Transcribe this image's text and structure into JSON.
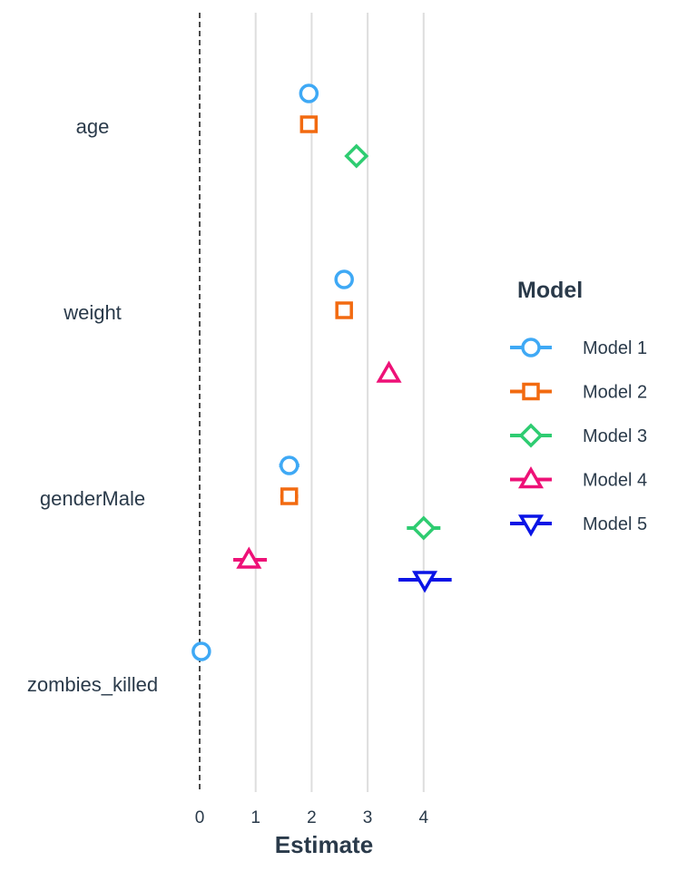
{
  "chart_data": {
    "type": "scatter",
    "subtype": "coefficient-dot-whisker",
    "xlabel": "Estimate",
    "xlim": [
      0,
      4
    ],
    "xticks": [
      0,
      1,
      2,
      3,
      4
    ],
    "reference_line": 0,
    "grid": "vertical major gridlines",
    "categories": [
      "age",
      "weight",
      "genderMale",
      "zombies_killed"
    ],
    "legend": {
      "title": "Model",
      "position": "right"
    },
    "series": [
      {
        "name": "Model 1",
        "color": "#3fa9f5",
        "shape": "circle",
        "points": [
          {
            "term": "age",
            "estimate": 1.95,
            "ci": [
              1.91,
              1.99
            ]
          },
          {
            "term": "weight",
            "estimate": 2.58,
            "ci": [
              2.52,
              2.64
            ]
          },
          {
            "term": "genderMale",
            "estimate": 1.6,
            "ci": [
              1.42,
              1.78
            ]
          },
          {
            "term": "zombies_killed",
            "estimate": 0.03,
            "ci": [
              0.0,
              0.06
            ]
          }
        ]
      },
      {
        "name": "Model 2",
        "color": "#f26a10",
        "shape": "square",
        "points": [
          {
            "term": "age",
            "estimate": 1.95,
            "ci": [
              1.91,
              1.99
            ]
          },
          {
            "term": "weight",
            "estimate": 2.58,
            "ci": [
              2.53,
              2.63
            ]
          },
          {
            "term": "genderMale",
            "estimate": 1.6,
            "ci": [
              1.44,
              1.76
            ]
          }
        ]
      },
      {
        "name": "Model 3",
        "color": "#2ecc71",
        "shape": "diamond",
        "points": [
          {
            "term": "age",
            "estimate": 2.8,
            "ci": [
              2.76,
              2.84
            ]
          },
          {
            "term": "genderMale",
            "estimate": 4.0,
            "ci": [
              3.7,
              4.3
            ]
          }
        ]
      },
      {
        "name": "Model 4",
        "color": "#ee1177",
        "shape": "triangle-up",
        "points": [
          {
            "term": "weight",
            "estimate": 3.38,
            "ci": [
              3.34,
              3.42
            ]
          },
          {
            "term": "genderMale",
            "estimate": 0.88,
            "ci": [
              0.6,
              1.2
            ]
          }
        ]
      },
      {
        "name": "Model 5",
        "color": "#0a14e6",
        "shape": "triangle-down",
        "points": [
          {
            "term": "genderMale",
            "estimate": 4.02,
            "ci": [
              3.55,
              4.5
            ]
          }
        ]
      }
    ]
  }
}
